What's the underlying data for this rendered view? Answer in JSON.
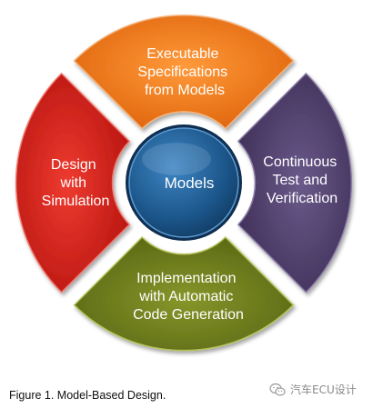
{
  "diagram": {
    "center_label": "Models",
    "segments": {
      "top": {
        "lines": [
          "Executable",
          "Specifications",
          "from Models"
        ],
        "color": "#f07a1a"
      },
      "right": {
        "lines": [
          "Continuous",
          "Test and",
          "Verification"
        ],
        "color": "#4f3d6b"
      },
      "bottom": {
        "lines": [
          "Implementation",
          "with Automatic",
          "Code Generation"
        ],
        "color": "#6b7a1e"
      },
      "left": {
        "lines": [
          "Design",
          "with",
          "Simulation"
        ],
        "color": "#d9231e"
      }
    },
    "hub_color": "#1f5f96"
  },
  "caption": "Figure 1. Model-Based Design.",
  "watermark": {
    "text": "汽车ECU设计",
    "icon": "wechat-icon"
  }
}
